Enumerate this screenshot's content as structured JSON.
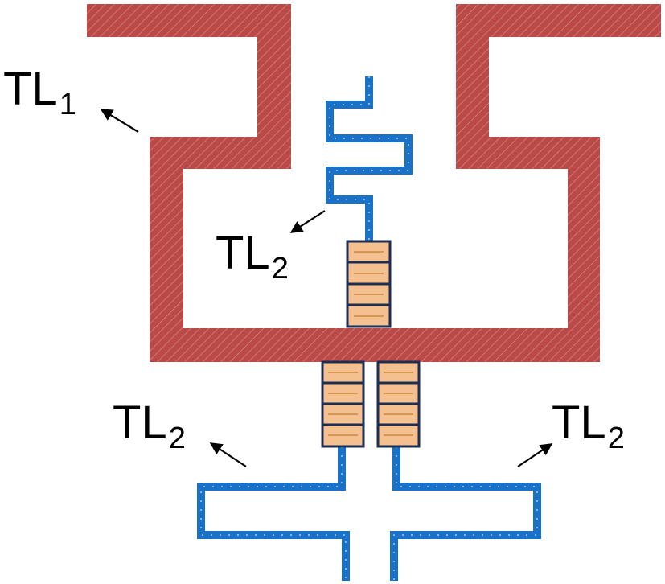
{
  "labels": {
    "tl1": {
      "main": "TL",
      "sub": "1"
    },
    "tl2_center": {
      "main": "TL",
      "sub": "2"
    },
    "tl2_left": {
      "main": "TL",
      "sub": "2"
    },
    "tl2_right": {
      "main": "TL",
      "sub": "2"
    }
  },
  "colors": {
    "tl1_fill": "#b94a48",
    "tl1_hatch": "#d9807c",
    "tl2_stroke": "#1a72c8",
    "tl2_dash": "#a9cdef",
    "pad_fill": "#f5c08f",
    "pad_border": "#1d2e55",
    "pad_line": "#c9883f",
    "arrow": "#000000"
  }
}
